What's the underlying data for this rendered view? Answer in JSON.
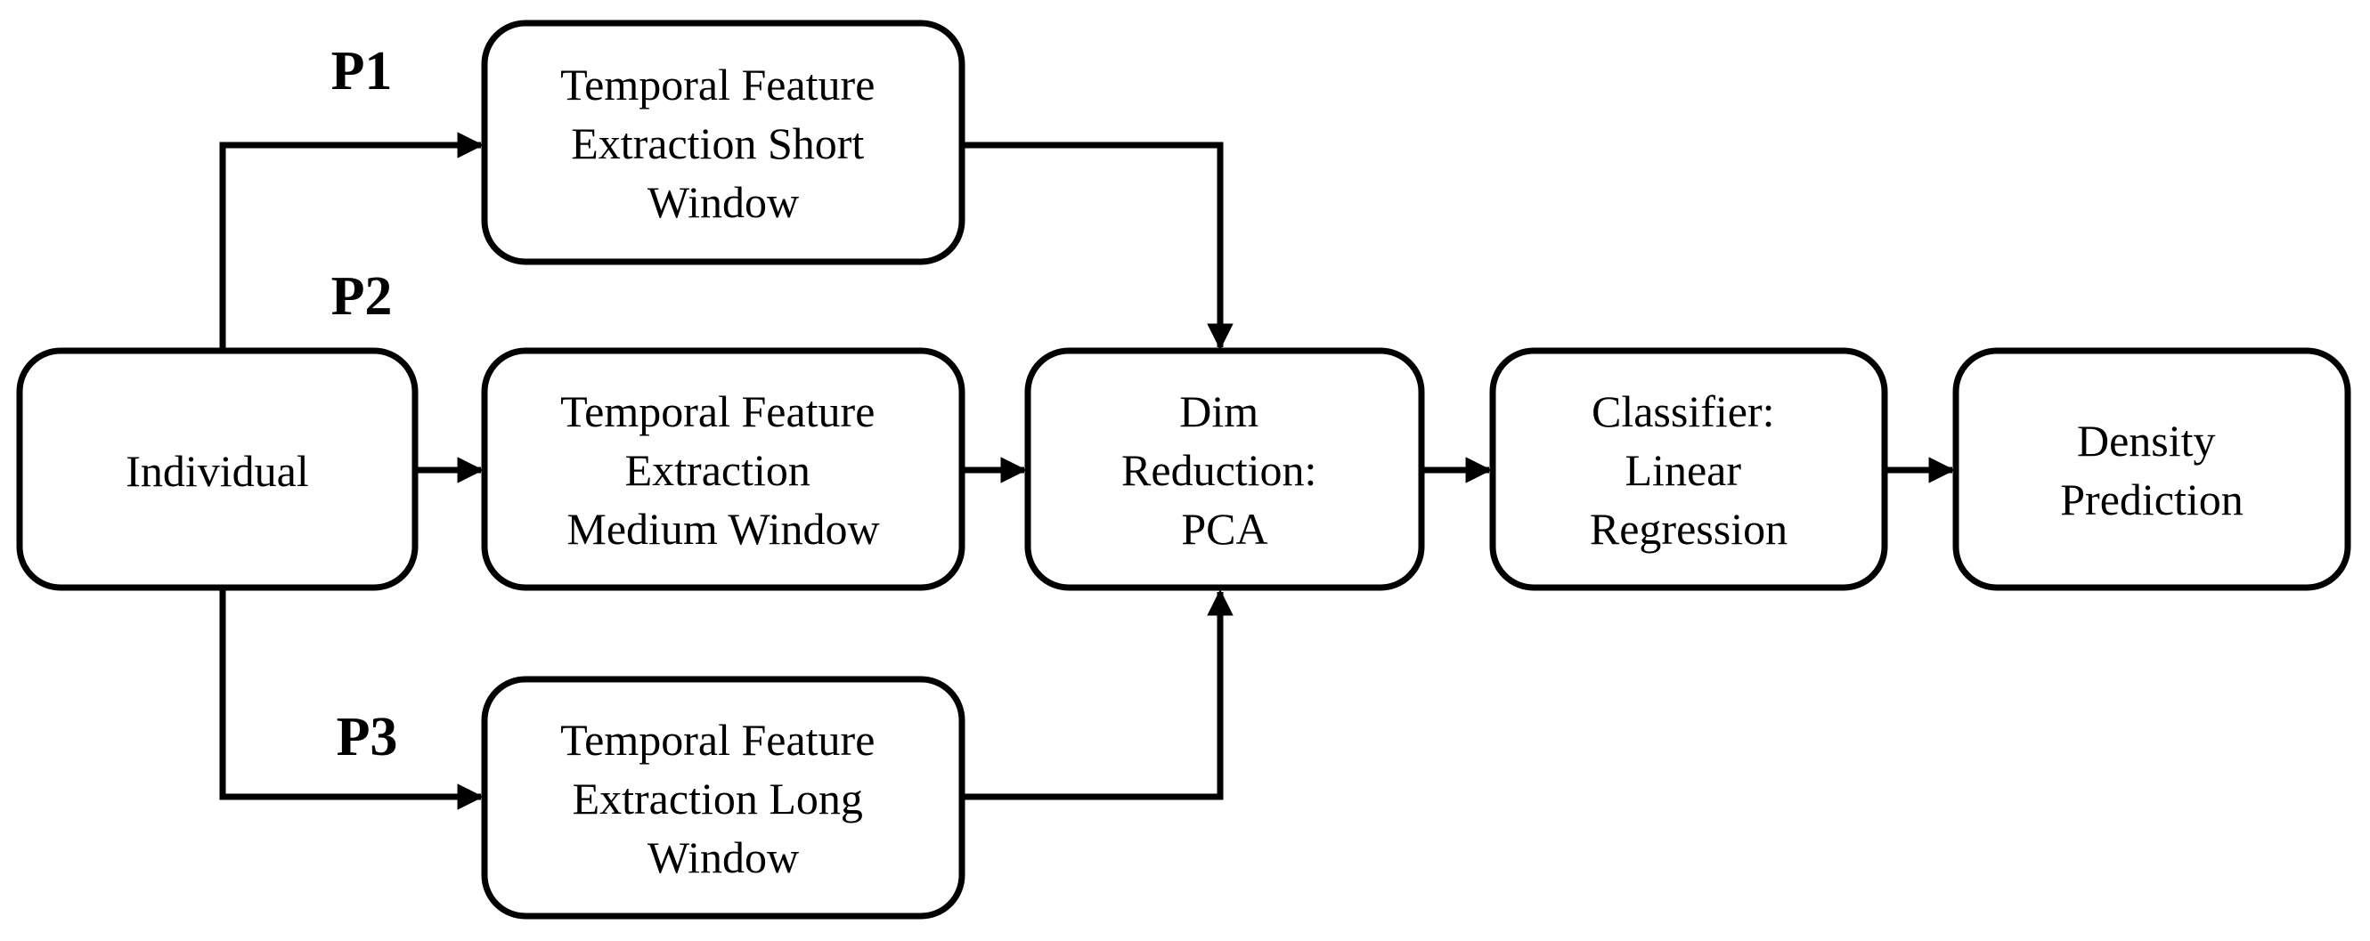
{
  "nodes": {
    "individual": [
      "Individual"
    ],
    "short_window": [
      "Temporal Feature",
      "Extraction Short",
      "Window"
    ],
    "medium_window": [
      "Temporal Feature",
      "Extraction",
      "Medium Window"
    ],
    "long_window": [
      "Temporal Feature",
      "Extraction Long",
      "Window"
    ],
    "dim_reduction": [
      "Dim",
      "Reduction:",
      "PCA"
    ],
    "classifier": [
      "Classifier:",
      "Linear",
      "Regression"
    ],
    "density": [
      "Density",
      "Prediction"
    ]
  },
  "path_labels": {
    "p1": "P1",
    "p2": "P2",
    "p3": "P3"
  },
  "colors": {
    "stroke": "#000000",
    "fill": "#ffffff"
  }
}
